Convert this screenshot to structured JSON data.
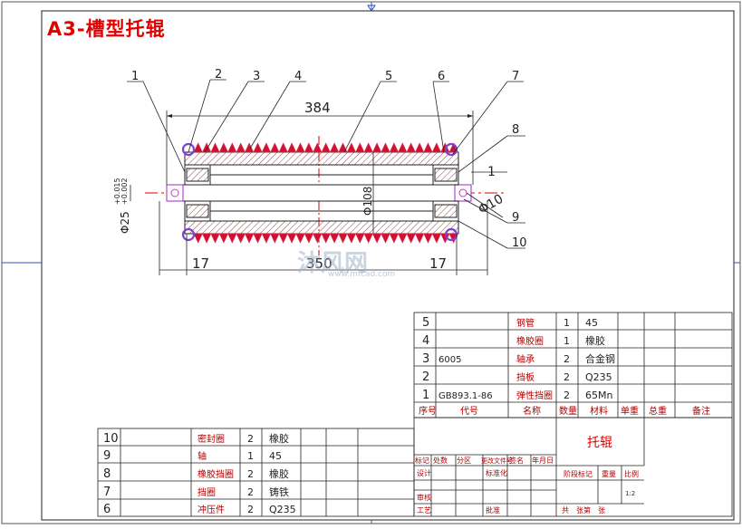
{
  "title": "A3-槽型托辊",
  "watermark": {
    "main": "沐风网",
    "sub": "www.mfcad.com"
  },
  "leaders": [
    "1",
    "2",
    "3",
    "4",
    "5",
    "6",
    "7",
    "8",
    "9",
    "10"
  ],
  "dimensions": {
    "overall": "384",
    "body": "350",
    "end_left": "17",
    "end_right": "17",
    "diameter_main": "Φ108",
    "diameter_shaft": "Φ25",
    "tol_upper": "+0.015",
    "tol_lower": "+0.002",
    "hole": "Φ10",
    "gap": "1"
  },
  "bom_right": [
    {
      "no": "5",
      "code": "",
      "name": "钢管",
      "qty": "1",
      "material": "45"
    },
    {
      "no": "4",
      "code": "",
      "name": "橡胶圈",
      "qty": "1",
      "material": "橡胶"
    },
    {
      "no": "3",
      "code": "6005",
      "name": "轴承",
      "qty": "2",
      "material": "合金钢"
    },
    {
      "no": "2",
      "code": "",
      "name": "挡板",
      "qty": "2",
      "material": "Q235"
    },
    {
      "no": "1",
      "code": "GB893.1-86",
      "name": "弹性挡圈",
      "qty": "2",
      "material": "65Mn"
    }
  ],
  "bom_left": [
    {
      "no": "10",
      "name": "密封圈",
      "qty": "2",
      "material": "橡胶"
    },
    {
      "no": "9",
      "name": "轴",
      "qty": "1",
      "material": "45"
    },
    {
      "no": "8",
      "name": "橡胶挡圈",
      "qty": "2",
      "material": "橡胶"
    },
    {
      "no": "7",
      "name": "挡圈",
      "qty": "2",
      "material": "铸铁"
    },
    {
      "no": "6",
      "name": "冲压件",
      "qty": "2",
      "material": "Q235"
    }
  ],
  "bom_header": {
    "no": "序号",
    "code": "代号",
    "name": "名称",
    "qty": "数量",
    "material": "材料",
    "unit_weight": "单重",
    "total_weight": "总重",
    "remark": "备注"
  },
  "title_block": {
    "part_name": "托辊",
    "rev_headers": [
      "标记",
      "处数",
      "分区",
      "更改文件号",
      "签名",
      "年月日"
    ],
    "design": "设计",
    "standard": "标准化",
    "review": "审核",
    "process": "工艺",
    "approve": "批准",
    "stage": "阶段标记",
    "weight": "重量",
    "scale": "比例",
    "scale_value": "1:2",
    "sheets": "共　张第　张"
  }
}
